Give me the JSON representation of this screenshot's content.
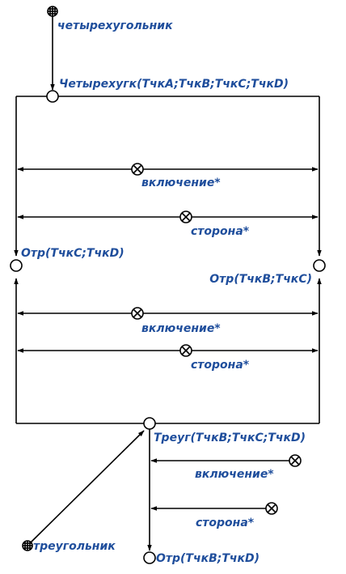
{
  "labels": {
    "quad_entity": "четырехугольник",
    "quad_node": "Четырехугк(ТчкA;ТчкB;ТчкC;ТчкD)",
    "incl_1": "включение*",
    "side_1": "сторона*",
    "seg_cd": "Отр(ТчкC;ТчкD)",
    "seg_bc": "Отр(ТчкB;ТчкC)",
    "incl_2": "включение*",
    "side_2": "сторона*",
    "tri_node": "Треуг(ТчкB;ТчкC;ТчкD)",
    "incl_3": "включение*",
    "side_3": "сторона*",
    "tri_entity": "треугольник",
    "seg_bd": "Отр(ТчкB;ТчкD)"
  },
  "colors": {
    "label": "#1f4e9c",
    "line": "#000000"
  }
}
